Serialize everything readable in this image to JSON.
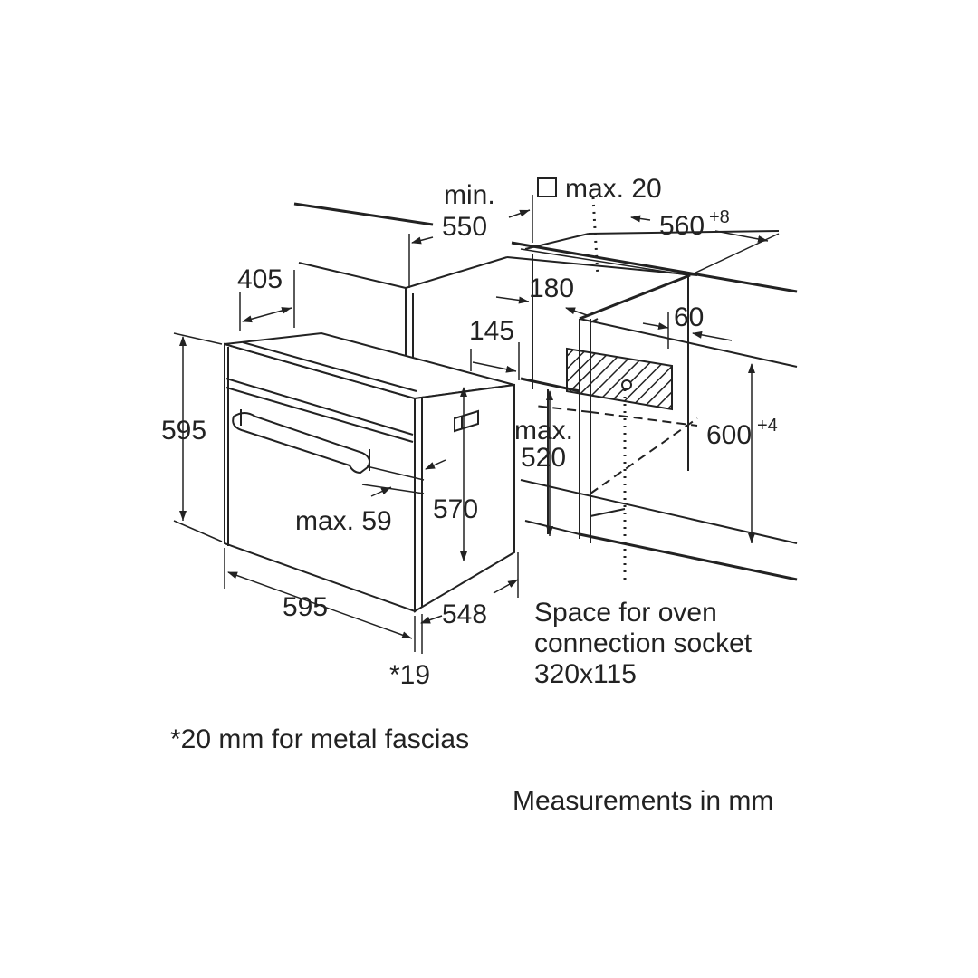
{
  "dimensions": {
    "min_label": "min.",
    "min_value": "550",
    "max_square_label": "max. 20",
    "niche_width": "560",
    "niche_width_tolerance": "+8",
    "depth_405": "405",
    "depth_180": "180",
    "depth_145": "145",
    "gap_60": "60",
    "oven_height": "595",
    "max_label_520": "max.",
    "max_value_520": "520",
    "niche_height": "600",
    "niche_height_tolerance": "+4",
    "handle_depth": "max. 59",
    "inner_height": "570",
    "oven_width": "595",
    "oven_depth": "548",
    "fascia_thickness": "*19"
  },
  "socket_note": {
    "line1": "Space for oven",
    "line2": "connection socket",
    "line3": "320x115"
  },
  "footnote": "*20 mm for metal fascias",
  "units_note": "Measurements in mm"
}
